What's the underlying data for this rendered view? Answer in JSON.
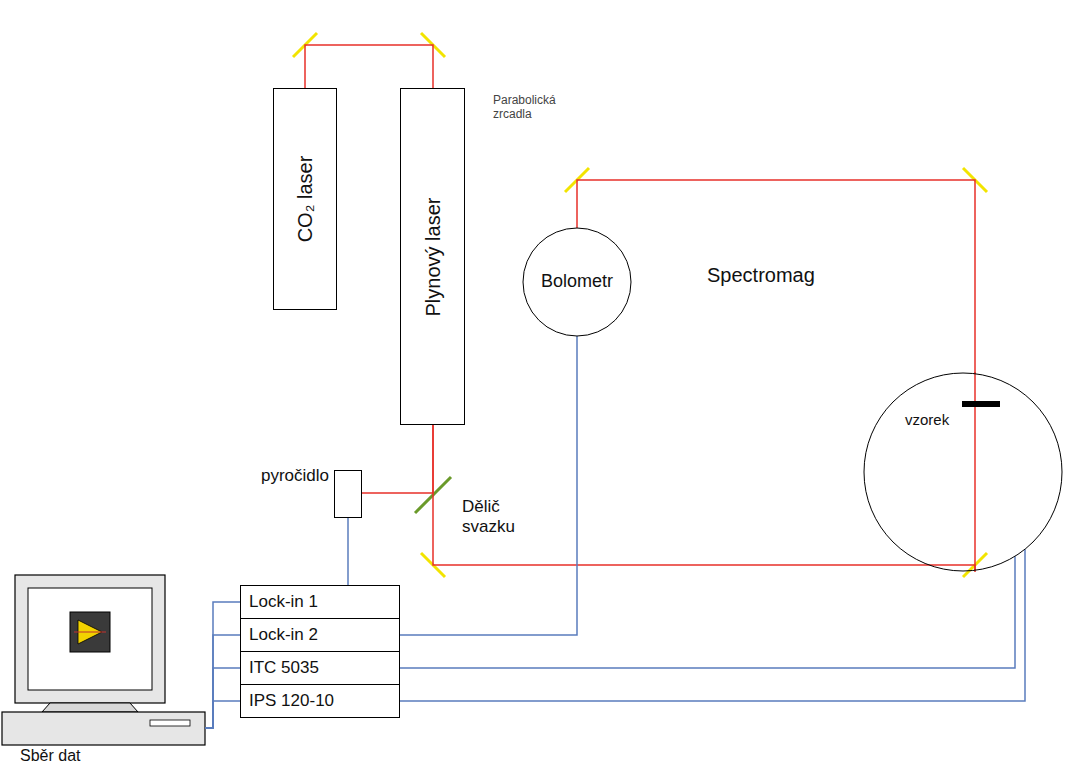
{
  "diagram": {
    "nodes": [
      {
        "text": [
          "CO₂ laser"
        ]
      },
      {
        "text": [
          "Plynový laser"
        ]
      },
      {
        "text": [
          "Bolometr"
        ]
      },
      {
        "text": [
          "vzorek"
        ]
      },
      {
        "text": [
          "pyročidlo"
        ]
      },
      {
        "text": [
          "Lock-in 1"
        ]
      },
      {
        "text": [
          "Lock-in 2"
        ]
      },
      {
        "text": [
          "ITC 5035"
        ]
      },
      {
        "text": [
          "IPS 120-10"
        ]
      },
      {
        "text": [
          "Sběr dat"
        ]
      }
    ],
    "edges": [
      {
        "from": 0,
        "to": 1,
        "arrow": "none"
      },
      {
        "from": 1,
        "to": 3,
        "arrow": "none"
      },
      {
        "from": 3,
        "to": 2,
        "arrow": "none"
      },
      {
        "from": 1,
        "to": 4,
        "arrow": "none"
      },
      {
        "from": 4,
        "to": 5,
        "arrow": "none"
      },
      {
        "from": 2,
        "to": 6,
        "arrow": "none"
      },
      {
        "from": 3,
        "to": 7,
        "arrow": "none"
      },
      {
        "from": 3,
        "to": 8,
        "arrow": "none"
      },
      {
        "from": 9,
        "to": 5,
        "arrow": "none"
      },
      {
        "from": 9,
        "to": 6,
        "arrow": "none"
      },
      {
        "from": 9,
        "to": 7,
        "arrow": "none"
      },
      {
        "from": 9,
        "to": 8,
        "arrow": "none"
      }
    ],
    "labels": [
      "Parabolická zrcadla",
      "Spectromag",
      "Dělič svazku"
    ]
  }
}
